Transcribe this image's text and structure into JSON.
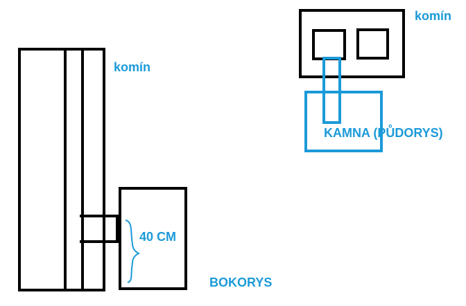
{
  "labels": {
    "chimney_side": "komín",
    "chimney_plan": "komín",
    "measurement": "40 CM",
    "side_view": "BOKORYS",
    "plan_view": "KAMNA (PŮDORYS)"
  },
  "colors": {
    "outline": "#000000",
    "accent": "#1b9ad9",
    "background": "#ffffff"
  }
}
